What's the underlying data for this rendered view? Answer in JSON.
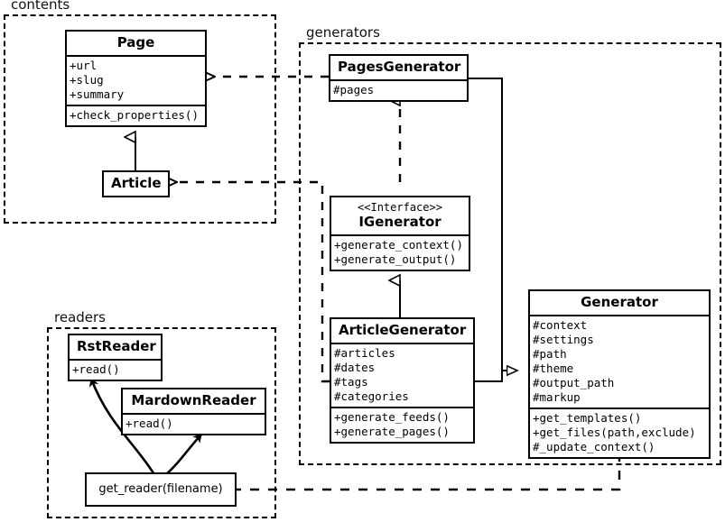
{
  "diagram": {
    "type": "uml-class-diagram",
    "title": "",
    "packages": [
      {
        "id": "contents",
        "label": "contents"
      },
      {
        "id": "generators",
        "label": "generators"
      },
      {
        "id": "readers",
        "label": "readers"
      }
    ],
    "classes": [
      {
        "id": "page",
        "package": "contents",
        "stereotype": "",
        "name": "Page",
        "attributes": [
          "+url",
          "+slug",
          "+summary"
        ],
        "operations": [
          "+check_properties()"
        ]
      },
      {
        "id": "article",
        "package": "contents",
        "stereotype": "",
        "name": "Article",
        "attributes": [],
        "operations": []
      },
      {
        "id": "pagesgenerator",
        "package": "generators",
        "stereotype": "",
        "name": "PagesGenerator",
        "attributes": [
          "#pages"
        ],
        "operations": []
      },
      {
        "id": "igenerator",
        "package": "generators",
        "stereotype": "<<Interface>>",
        "name": "IGenerator",
        "attributes": [],
        "operations": [
          "+generate_context()",
          "+generate_output()"
        ]
      },
      {
        "id": "articlegenerator",
        "package": "generators",
        "stereotype": "",
        "name": "ArticleGenerator",
        "attributes": [
          "#articles",
          "#dates",
          "#tags",
          "#categories"
        ],
        "operations": [
          "+generate_feeds()",
          "+generate_pages()"
        ]
      },
      {
        "id": "generator",
        "package": "generators",
        "stereotype": "",
        "name": "Generator",
        "attributes": [
          "#context",
          "#settings",
          "#path",
          "#theme",
          "#output_path",
          "#markup"
        ],
        "operations": [
          "+get_templates()",
          "+get_files(path,exclude)",
          "#_update_context()"
        ]
      },
      {
        "id": "rstreader",
        "package": "readers",
        "stereotype": "",
        "name": "RstReader",
        "attributes": [],
        "operations": [
          "+read()"
        ]
      },
      {
        "id": "mardownreader",
        "package": "readers",
        "stereotype": "",
        "name": "MardownReader",
        "attributes": [],
        "operations": [
          "+read()"
        ]
      }
    ],
    "functions": [
      {
        "id": "get_reader",
        "package": "readers",
        "label": "get_reader(filename)"
      }
    ],
    "relations": [
      {
        "id": "article-page",
        "from": "article",
        "to": "page",
        "kind": "generalization",
        "style": "solid"
      },
      {
        "id": "pagesgenerator-igenerator",
        "from": "pagesgenerator",
        "to": "igenerator",
        "kind": "realization",
        "style": "dashed"
      },
      {
        "id": "articlegenerator-igenerator",
        "from": "articlegenerator",
        "to": "igenerator",
        "kind": "generalization",
        "style": "solid"
      },
      {
        "id": "pagesgenerator-generator",
        "from": "pagesgenerator",
        "to": "generator",
        "kind": "generalization",
        "style": "solid"
      },
      {
        "id": "articlegenerator-generator",
        "from": "articlegenerator",
        "to": "generator",
        "kind": "generalization",
        "style": "solid"
      },
      {
        "id": "pagesgenerator-page",
        "from": "pagesgenerator",
        "to": "page",
        "kind": "dependency",
        "style": "dashed"
      },
      {
        "id": "articlegenerator-article",
        "from": "articlegenerator",
        "to": "article",
        "kind": "dependency",
        "style": "dashed"
      },
      {
        "id": "generator-get_reader",
        "from": "generator",
        "to": "get_reader",
        "kind": "dependency",
        "style": "dashed"
      },
      {
        "id": "get_reader-rstreader",
        "from": "get_reader",
        "to": "rstreader",
        "kind": "creates",
        "style": "curved"
      },
      {
        "id": "get_reader-mardownreader",
        "from": "get_reader",
        "to": "mardownreader",
        "kind": "creates",
        "style": "curved"
      }
    ],
    "colors": {
      "stroke": "#000000",
      "fill": "#ffffff",
      "background": "#ffffff"
    }
  }
}
